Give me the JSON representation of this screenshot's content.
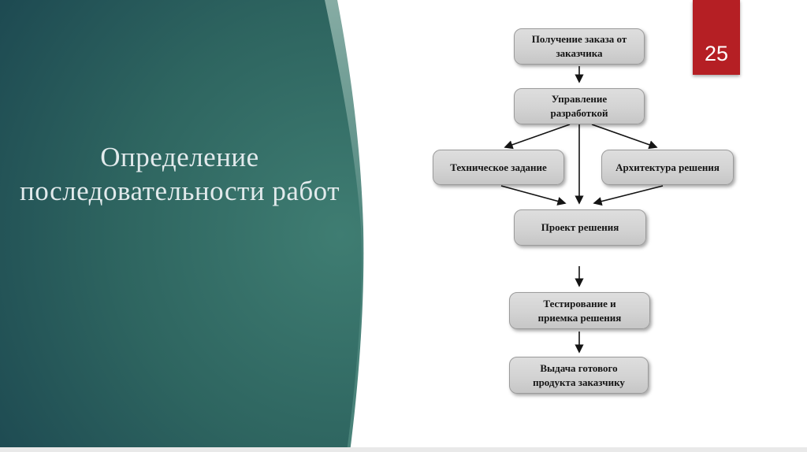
{
  "slide": {
    "title": "Определение последовательности работ",
    "page_number": "25",
    "colors": {
      "badge_red": "#b51f24",
      "panel_dark": "#1b4150",
      "panel_mid": "#2e6560",
      "panel_light": "#3f7d72",
      "accent_band": "#86aca4",
      "node_fill": "#d3d3d3",
      "node_border": "#9b9b9b",
      "arrow": "#141414",
      "title_text": "#e2eaec",
      "bottom_strip": "#e9e9e9"
    }
  },
  "flowchart": {
    "nodes": [
      {
        "id": "order",
        "label": "Получение заказа от\nзаказчика"
      },
      {
        "id": "management",
        "label": "Управление\nразработкой"
      },
      {
        "id": "spec",
        "label": "Техническое задание"
      },
      {
        "id": "architecture",
        "label": "Архитектура решения"
      },
      {
        "id": "design",
        "label": "Проект решения"
      },
      {
        "id": "testing",
        "label": "Тестирование и\nприемка решения"
      },
      {
        "id": "delivery",
        "label": "Выдача готового\nпродукта заказчику"
      }
    ],
    "edges": [
      {
        "from": "order",
        "to": "management"
      },
      {
        "from": "management",
        "to": "spec"
      },
      {
        "from": "management",
        "to": "design"
      },
      {
        "from": "management",
        "to": "architecture"
      },
      {
        "from": "spec",
        "to": "design"
      },
      {
        "from": "architecture",
        "to": "design"
      },
      {
        "from": "design",
        "to": "testing"
      },
      {
        "from": "testing",
        "to": "delivery"
      }
    ]
  }
}
